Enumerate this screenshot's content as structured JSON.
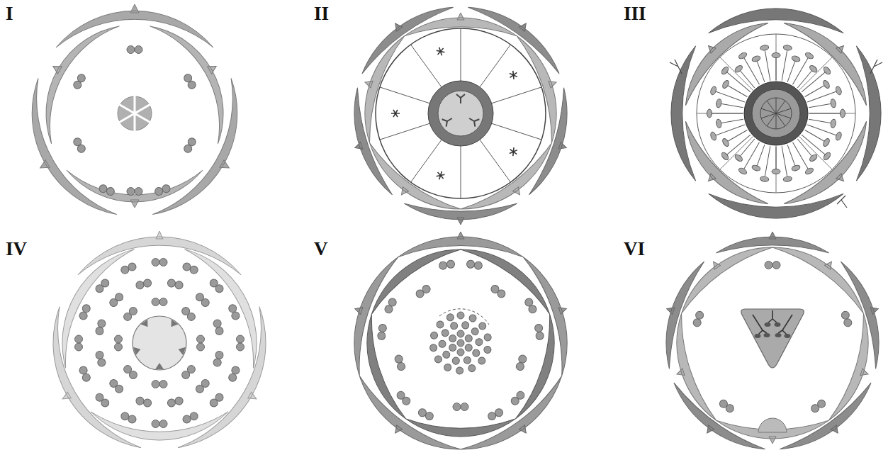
{
  "diagram": {
    "labels": [
      "I",
      "II",
      "III",
      "IV",
      "V",
      "VI"
    ]
  }
}
